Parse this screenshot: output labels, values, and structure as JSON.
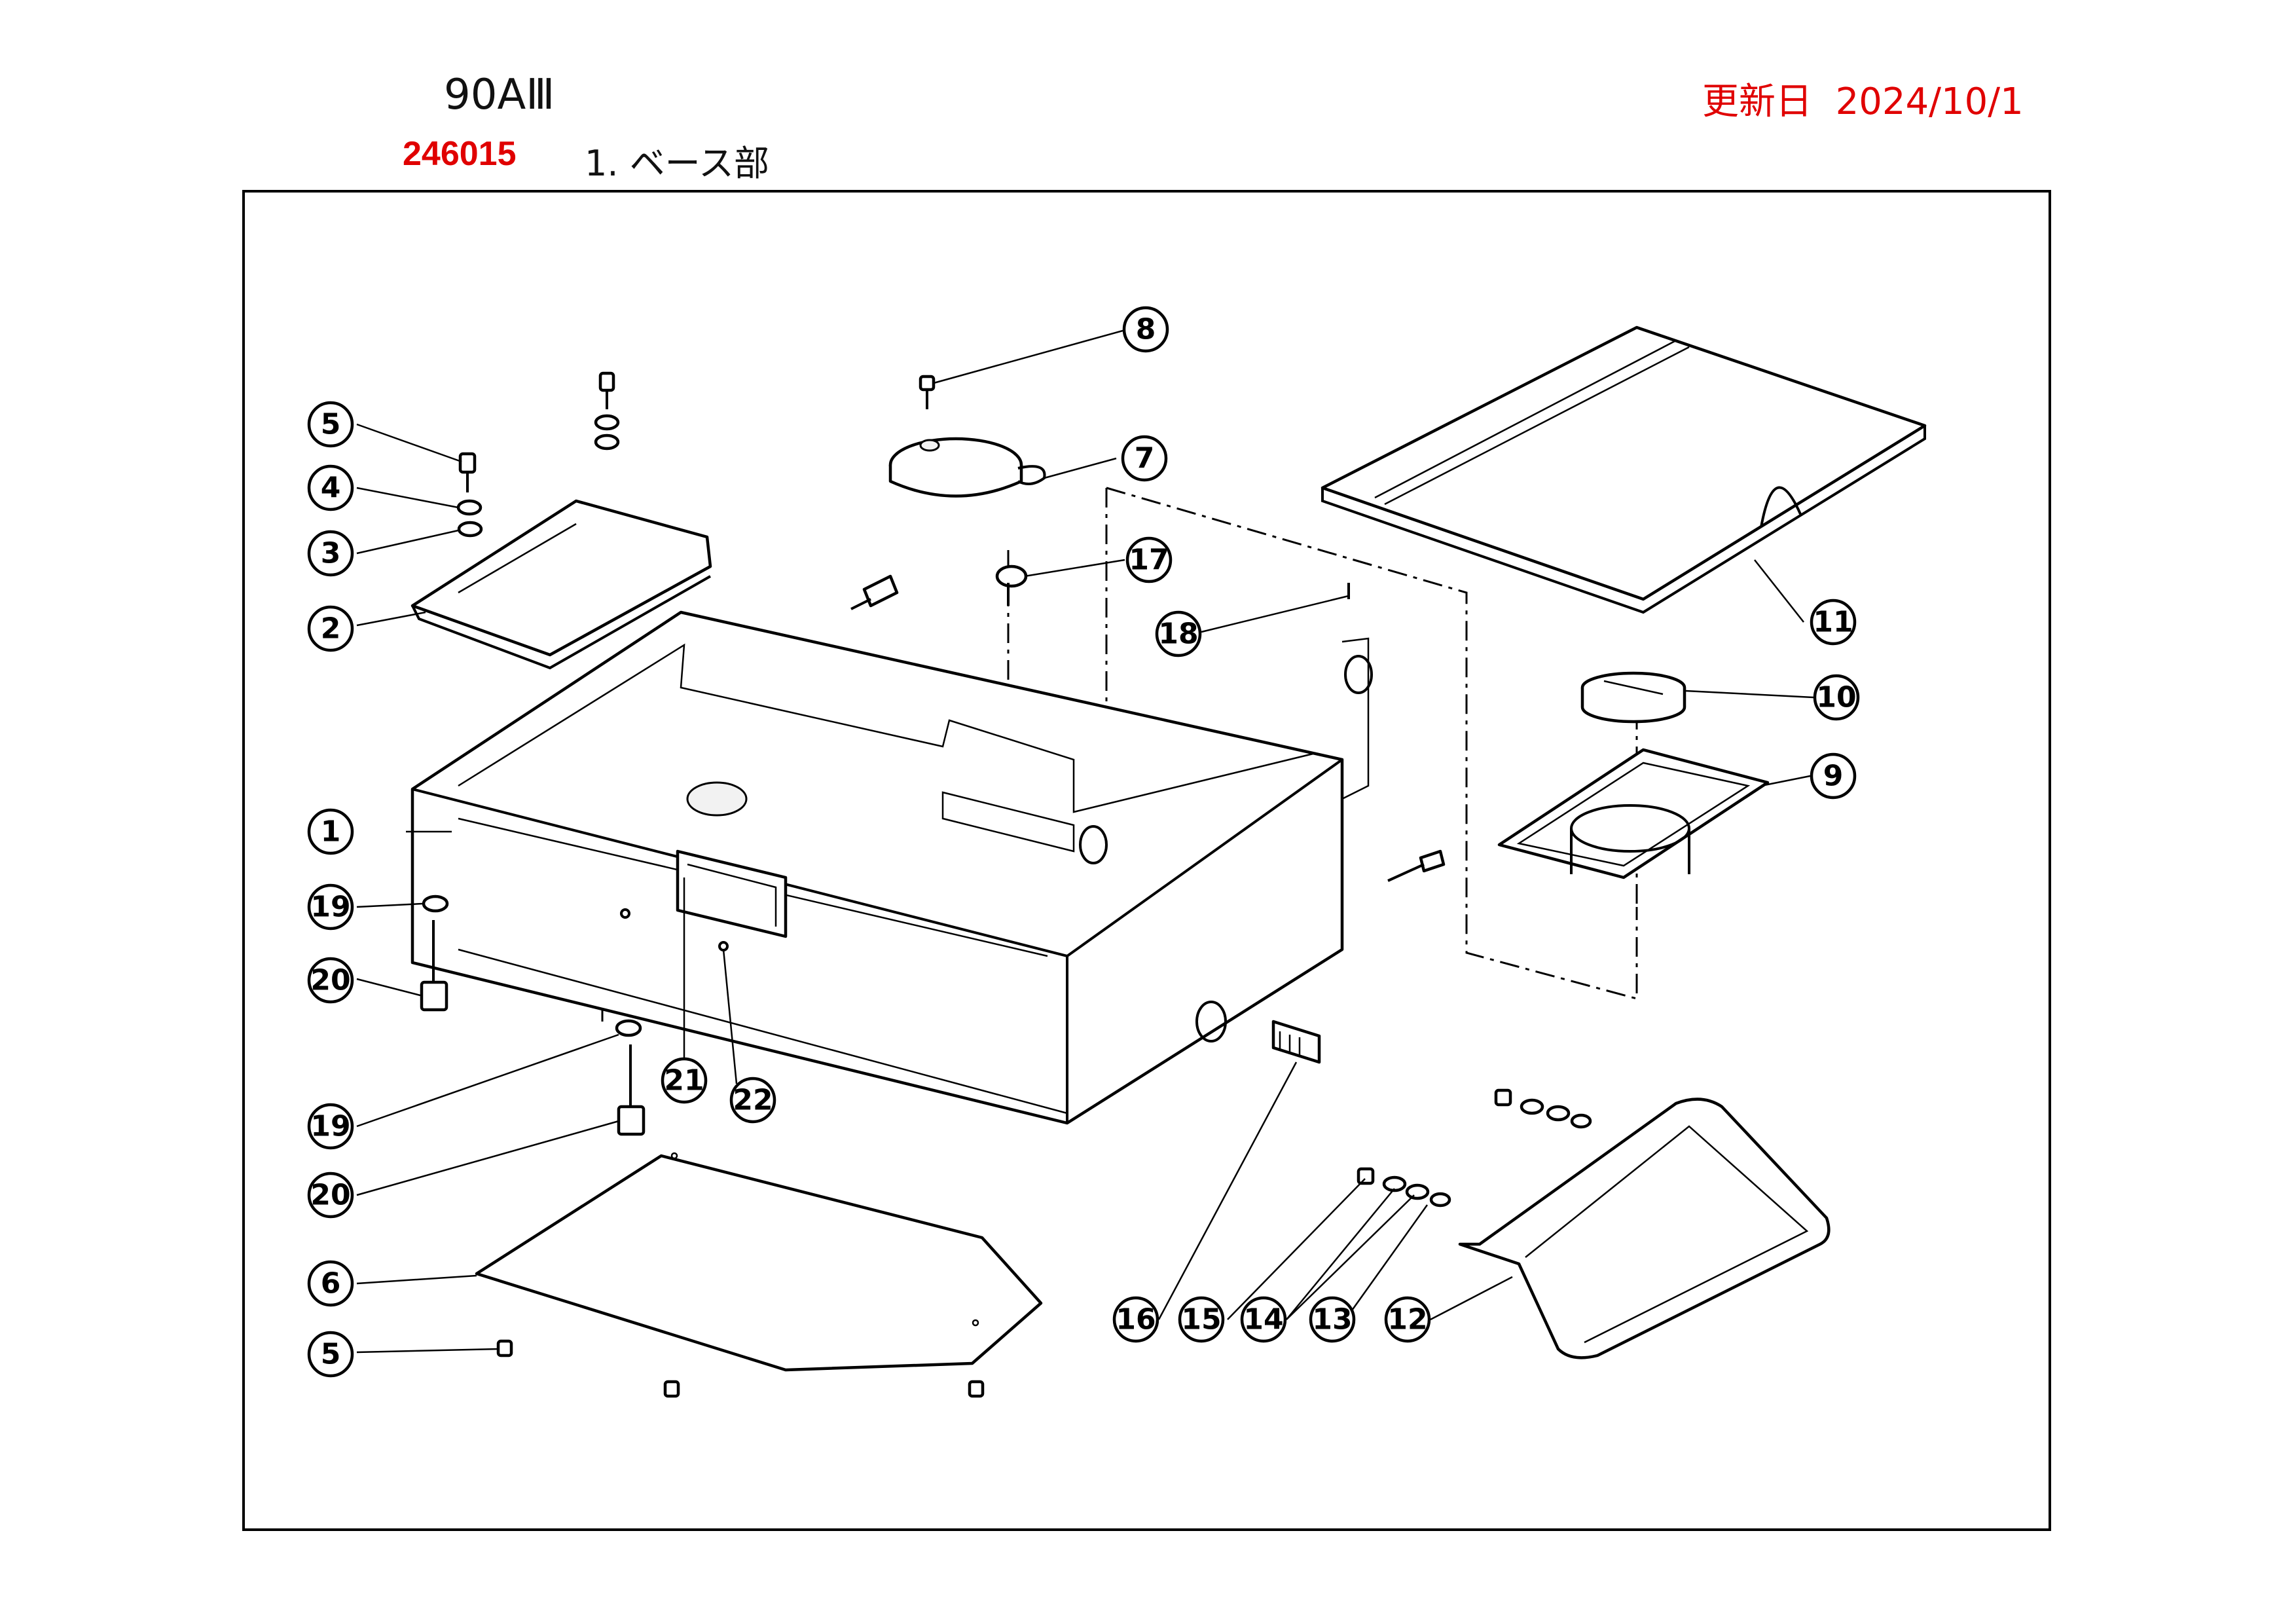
{
  "header": {
    "model": "90AⅢ",
    "update_label": "更新日",
    "update_date": "2024/10/1",
    "part_number": "246015",
    "section_title": "1. ベース部"
  },
  "callouts": [
    "1",
    "2",
    "3",
    "4",
    "5",
    "6",
    "7",
    "8",
    "9",
    "10",
    "11",
    "12",
    "13",
    "14",
    "15",
    "16",
    "17",
    "18",
    "19",
    "20",
    "21",
    "22"
  ],
  "colors": {
    "accent": "#e00000",
    "line": "#000000"
  }
}
